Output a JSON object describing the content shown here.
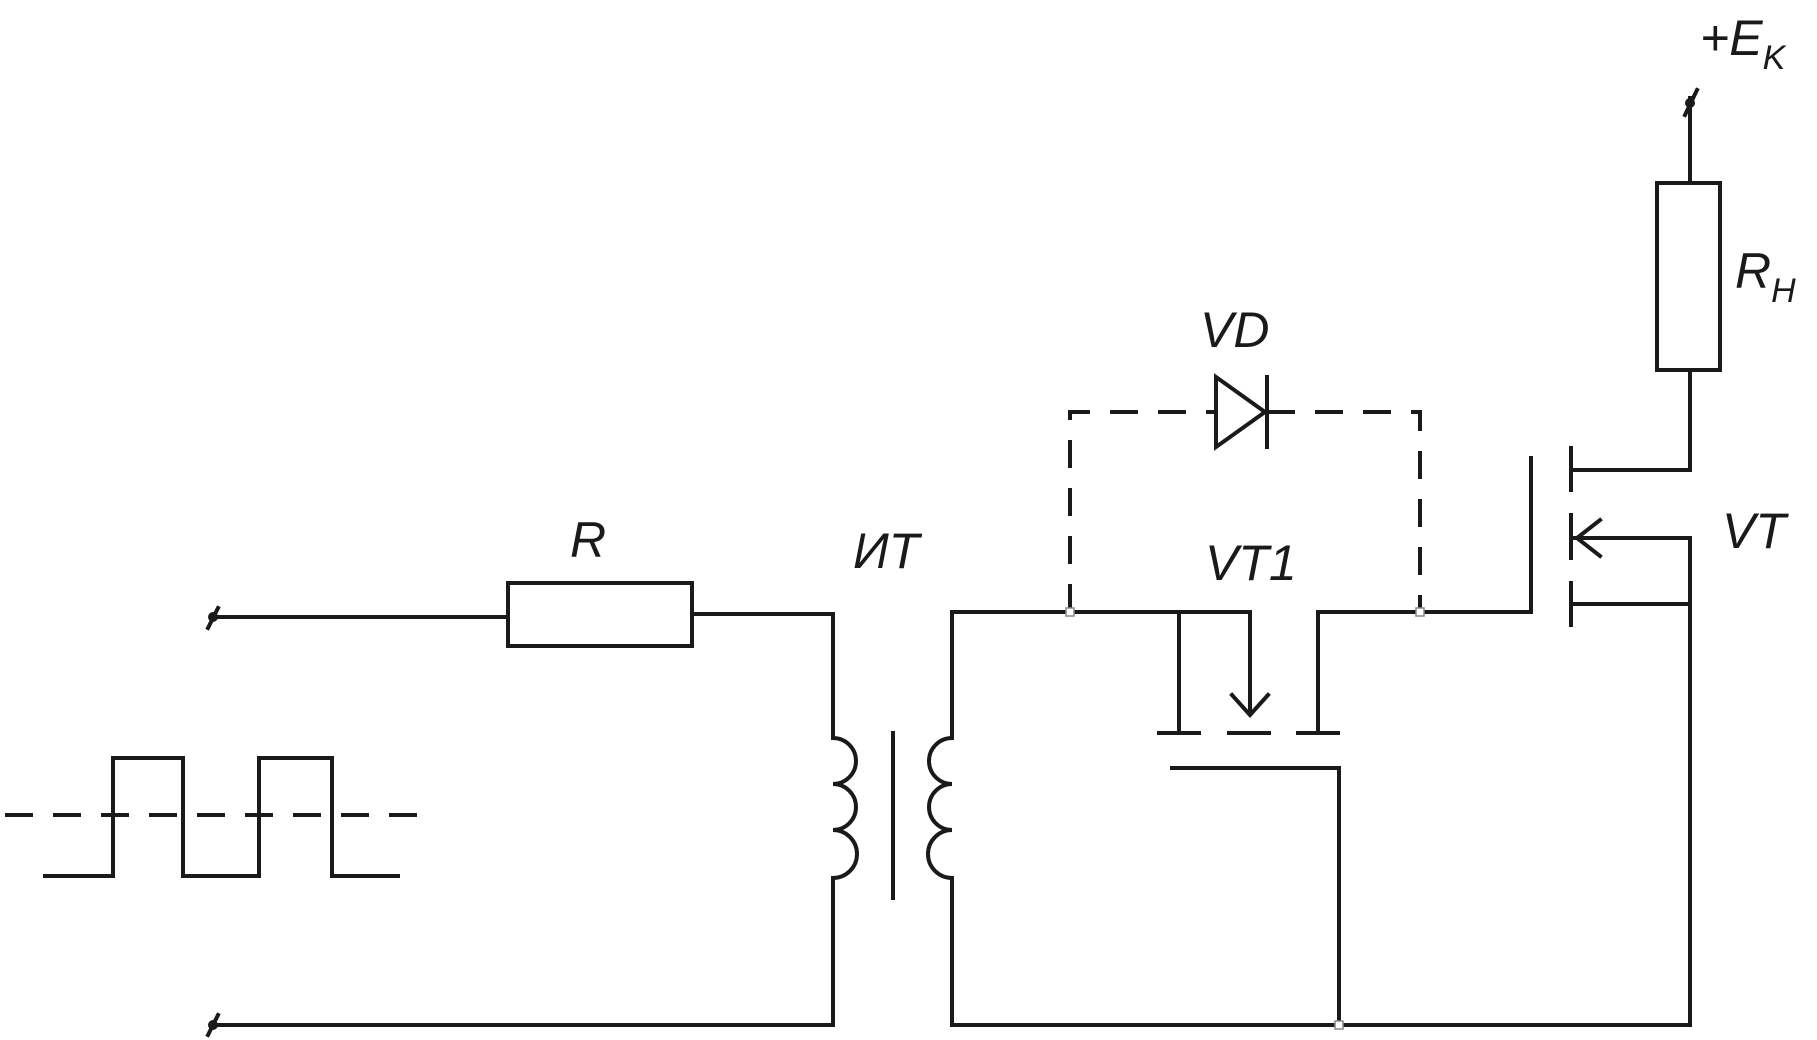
{
  "labels": {
    "supply_main": "+E",
    "supply_sub": "K",
    "load_main": "R",
    "load_sub": "H",
    "diode": "VD",
    "transistor_main": "VT",
    "transistor_aux": "VT1",
    "resistor": "R",
    "transformer": "ИТ"
  },
  "colors": {
    "ink": "#1a1a1a",
    "background": "#ffffff"
  },
  "icons": [
    "terminal-icon",
    "pulse-waveform-icon",
    "resistor-icon",
    "transformer-icon",
    "diode-icon",
    "mosfet-icon"
  ]
}
